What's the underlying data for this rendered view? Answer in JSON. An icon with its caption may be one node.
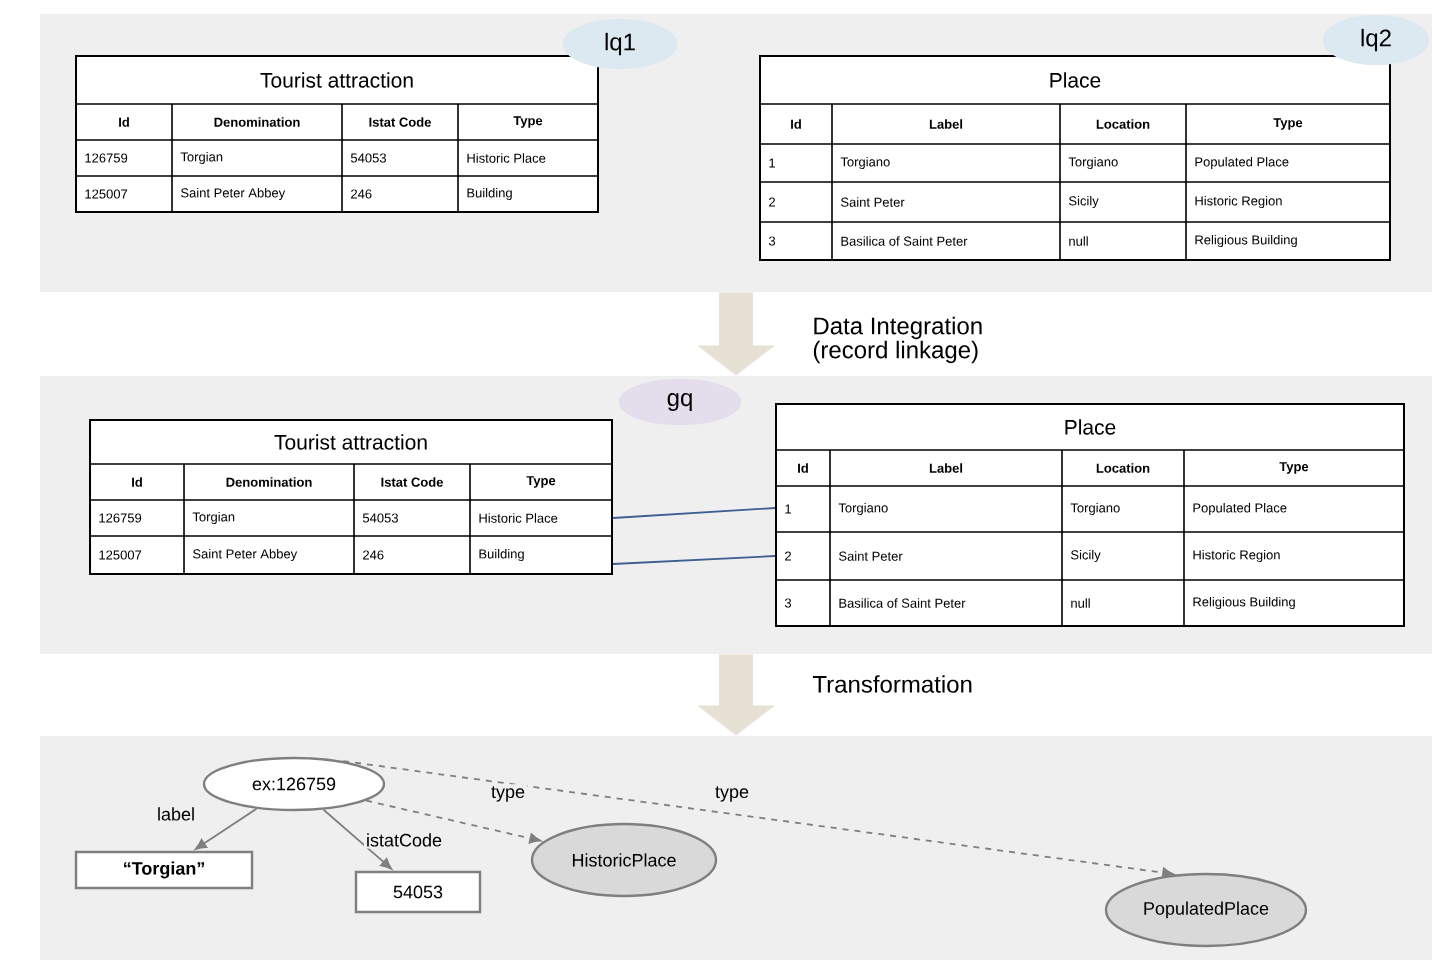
{
  "diagram": {
    "nodes": [
      {
        "text": [],
        "shape": "box"
      },
      {
        "text": [
          "lq1"
        ],
        "in": 0
      },
      {
        "text": [
          "Tourist attraction",
          "Id",
          "Denomination",
          "Istat Code",
          "Type",
          "126759",
          "Torgian",
          "54053",
          "Historic Place",
          "125007",
          "Saint Peter Abbey",
          "246",
          "Building"
        ],
        "in": 0
      },
      {
        "text": [
          "lq2"
        ],
        "in": 0
      },
      {
        "text": [
          "Place",
          "Id",
          "Label",
          "Location",
          "Type",
          "1",
          "Torgiano",
          "Torgiano",
          "Populated Place",
          "2",
          "Saint Peter",
          "Sicily",
          "Historic Region",
          "3",
          "Basilica of Saint Peter",
          "null",
          "Religious Building"
        ],
        "in": 0
      },
      {
        "text": [],
        "shape": "box"
      },
      {
        "text": [
          "gq"
        ],
        "in": 5
      },
      {
        "text": [
          "Tourist attraction",
          "Id",
          "Denomination",
          "Istat Code",
          "Type",
          "126759",
          "Torgian",
          "54053",
          "Historic Place",
          "125007",
          "Saint Peter Abbey",
          "246",
          "Building"
        ],
        "in": 5
      },
      {
        "text": [
          "Place",
          "Id",
          "Label",
          "Location",
          "Type",
          "1",
          "Torgiano",
          "Torgiano",
          "Populated Place",
          "2",
          "Saint Peter",
          "Sicily",
          "Historic Region",
          "3",
          "Basilica of Saint Peter",
          "null",
          "Religious Building"
        ],
        "in": 5
      },
      {
        "text": [],
        "shape": "box"
      },
      {
        "text": [
          "ex:126759"
        ],
        "in": 9
      },
      {
        "text": [
          "“Torgian”"
        ],
        "in": 9
      },
      {
        "text": [
          "54053"
        ],
        "in": 9
      },
      {
        "text": [
          "HistoricPlace"
        ],
        "in": 9
      },
      {
        "text": [
          "PopulatedPlace"
        ],
        "in": 9
      }
    ],
    "edges": [
      {
        "from": 0,
        "to": 5,
        "arrow": "to",
        "label": "Data Integration (record linkage)",
        "style": "thick",
        "color": "#e6e1d4"
      },
      {
        "from": 5,
        "to": 9,
        "arrow": "to",
        "label": "Transformation",
        "style": "thick",
        "color": "#e6e1d4"
      },
      {
        "from": 7,
        "to": 8,
        "arrow": "none",
        "color": "#3d5f91"
      },
      {
        "from": 7,
        "to": 8,
        "arrow": "none",
        "color": "#3d5f91"
      },
      {
        "from": 10,
        "to": 11,
        "arrow": "to",
        "label": "label"
      },
      {
        "from": 10,
        "to": 12,
        "arrow": "to",
        "label": "istatCode"
      },
      {
        "from": 10,
        "to": 13,
        "arrow": "to",
        "label": "type",
        "style": "dashed"
      },
      {
        "from": 10,
        "to": 14,
        "arrow": "to",
        "label": "type",
        "style": "dashed"
      }
    ]
  }
}
